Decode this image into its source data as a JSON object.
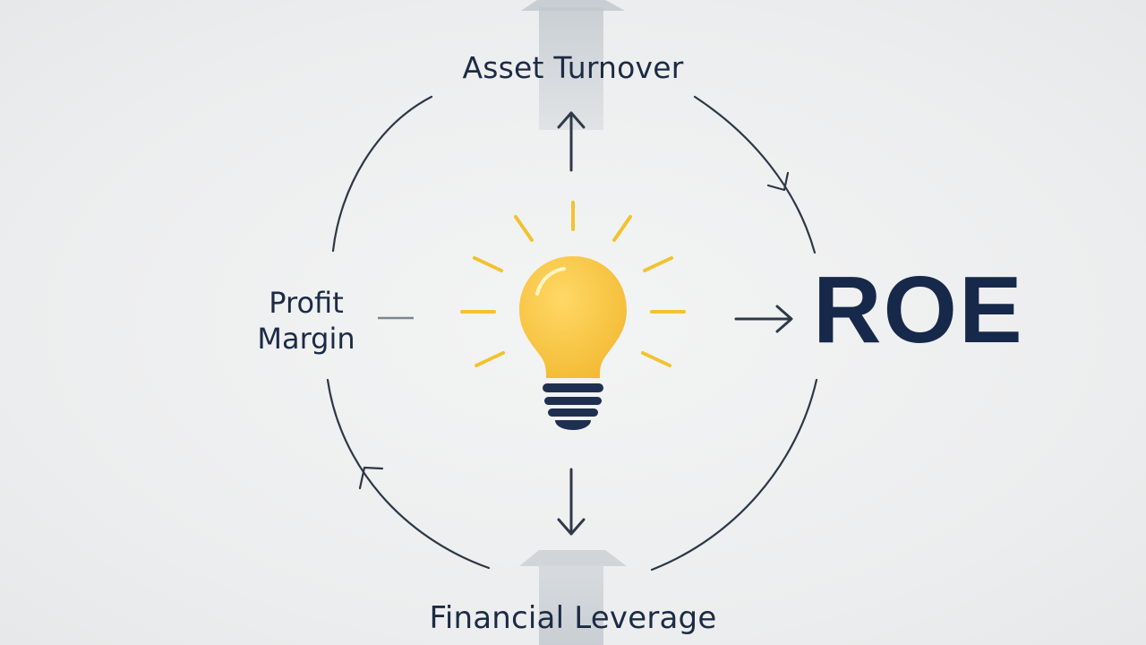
{
  "diagram": {
    "top_label": "Asset Turnover",
    "left_label_line1": "Profit",
    "left_label_line2": "Margin",
    "bottom_label": "Financial Leverage",
    "result_label": "ROE"
  },
  "icons": {
    "center": "lightbulb-icon"
  },
  "colors": {
    "background": "#eef0f0",
    "text": "#1c2b45",
    "arrow": "#3a4652",
    "bulb": "#f5c343",
    "bulb_base": "#1f2f4f",
    "ray": "#f2c230",
    "column": "#c9ced3"
  }
}
